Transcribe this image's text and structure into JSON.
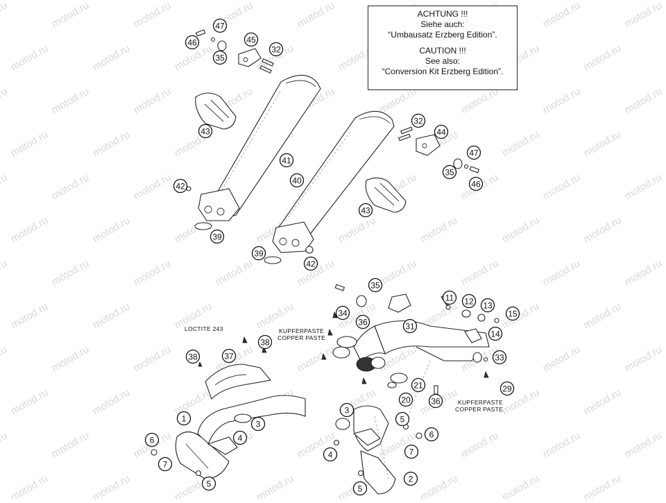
{
  "watermark": "motod.ru",
  "notice": {
    "de_title": "ACHTUNG !!!",
    "de_line1": "Siehe auch:",
    "de_line2": "“Umbausatz Erzberg Edition”.",
    "en_title": "CAUTION !!!",
    "en_line1": "See also:",
    "en_line2": "“Conversion Kit Erzberg Edition”."
  },
  "labels": {
    "loctite": "LOCTITE 243",
    "paste1_de": "KUPFERPASTE",
    "paste1_en": "COPPER PASTE",
    "paste2_de": "KUPFERPASTE",
    "paste2_en": "COPPER PASTE"
  },
  "callouts": [
    {
      "n": "47"
    },
    {
      "n": "46"
    },
    {
      "n": "35"
    },
    {
      "n": "45"
    },
    {
      "n": "32"
    },
    {
      "n": "43"
    },
    {
      "n": "41"
    },
    {
      "n": "40"
    },
    {
      "n": "42"
    },
    {
      "n": "39"
    },
    {
      "n": "39"
    },
    {
      "n": "42"
    },
    {
      "n": "32"
    },
    {
      "n": "44"
    },
    {
      "n": "47"
    },
    {
      "n": "35"
    },
    {
      "n": "46"
    },
    {
      "n": "43"
    },
    {
      "n": "35"
    },
    {
      "n": "34"
    },
    {
      "n": "36"
    },
    {
      "n": "31"
    },
    {
      "n": "11"
    },
    {
      "n": "12"
    },
    {
      "n": "13"
    },
    {
      "n": "15"
    },
    {
      "n": "14"
    },
    {
      "n": "33"
    },
    {
      "n": "29"
    },
    {
      "n": "21"
    },
    {
      "n": "20"
    },
    {
      "n": "36"
    },
    {
      "n": "38"
    },
    {
      "n": "38"
    },
    {
      "n": "37"
    },
    {
      "n": "1"
    },
    {
      "n": "3"
    },
    {
      "n": "4"
    },
    {
      "n": "6"
    },
    {
      "n": "7"
    },
    {
      "n": "5"
    },
    {
      "n": "3"
    },
    {
      "n": "5"
    },
    {
      "n": "6"
    },
    {
      "n": "7"
    },
    {
      "n": "4"
    },
    {
      "n": "5"
    },
    {
      "n": "2"
    }
  ]
}
